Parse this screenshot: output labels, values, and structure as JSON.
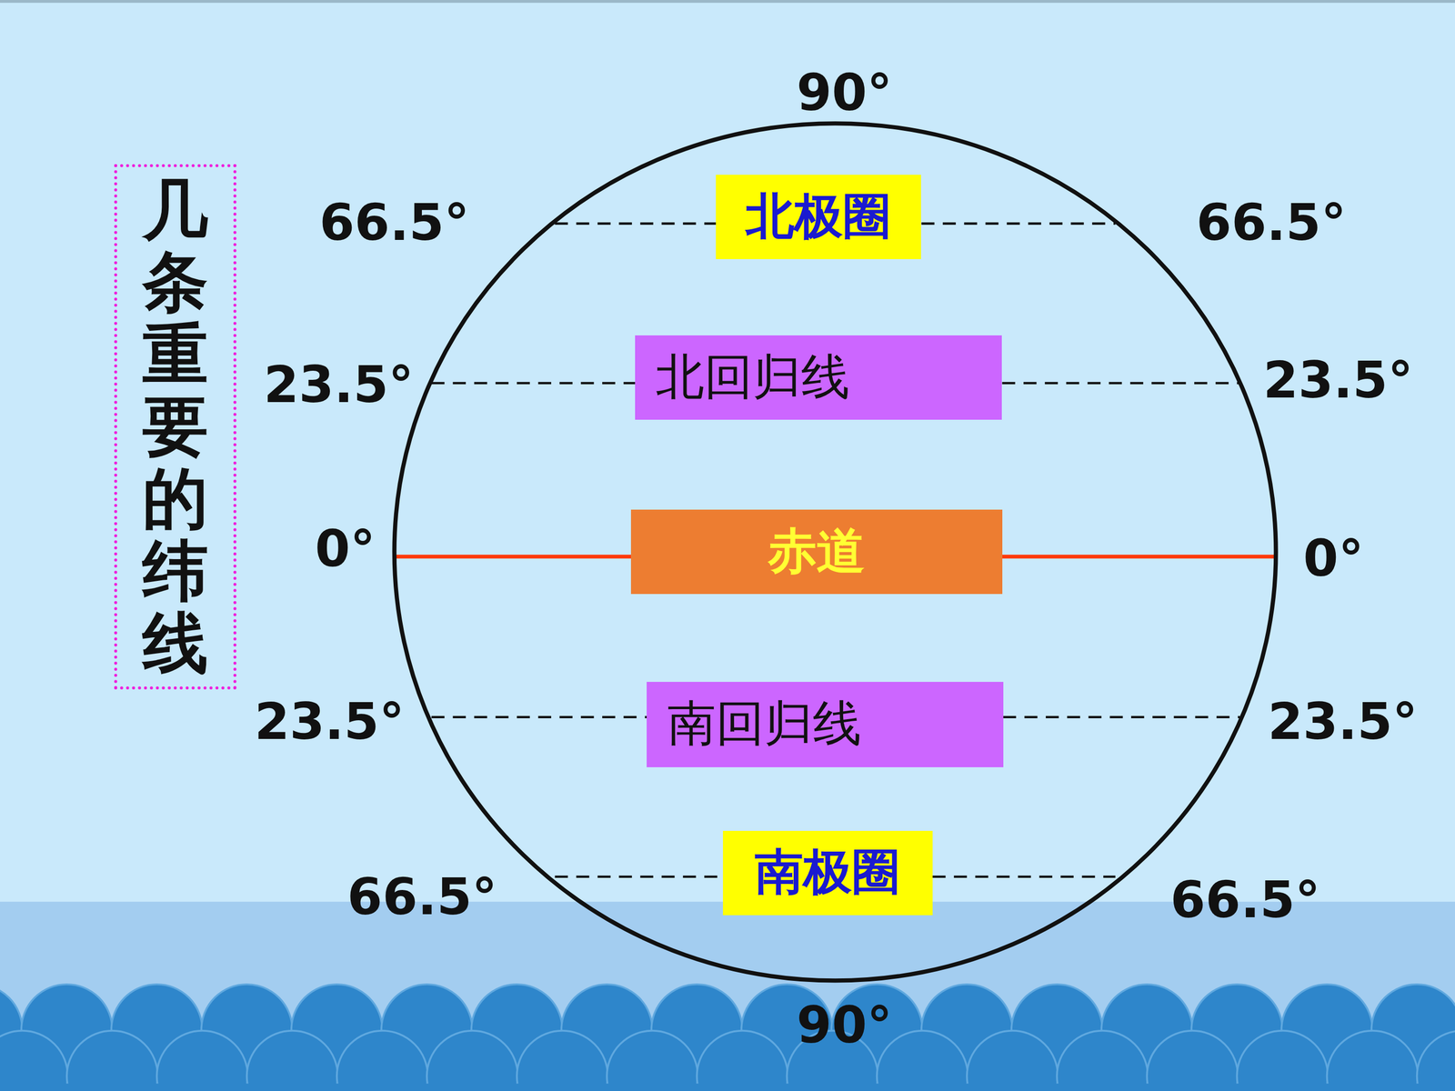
{
  "diagram": {
    "nodes": [
      {
        "text": [
          "几条重要的纬线"
        ]
      },
      {
        "text": [
          "北极圈"
        ]
      },
      {
        "text": [
          "北回归线"
        ]
      },
      {
        "text": [
          "赤道"
        ]
      },
      {
        "text": [
          "南回归线"
        ]
      },
      {
        "text": [
          "南极圈"
        ]
      }
    ],
    "labels": [
      "90°",
      "66.5°",
      "66.5°",
      "23.5°",
      "23.5°",
      "0°",
      "0°",
      "23.5°",
      "23.5°",
      "66.5°",
      "66.5°",
      "90°"
    ]
  }
}
